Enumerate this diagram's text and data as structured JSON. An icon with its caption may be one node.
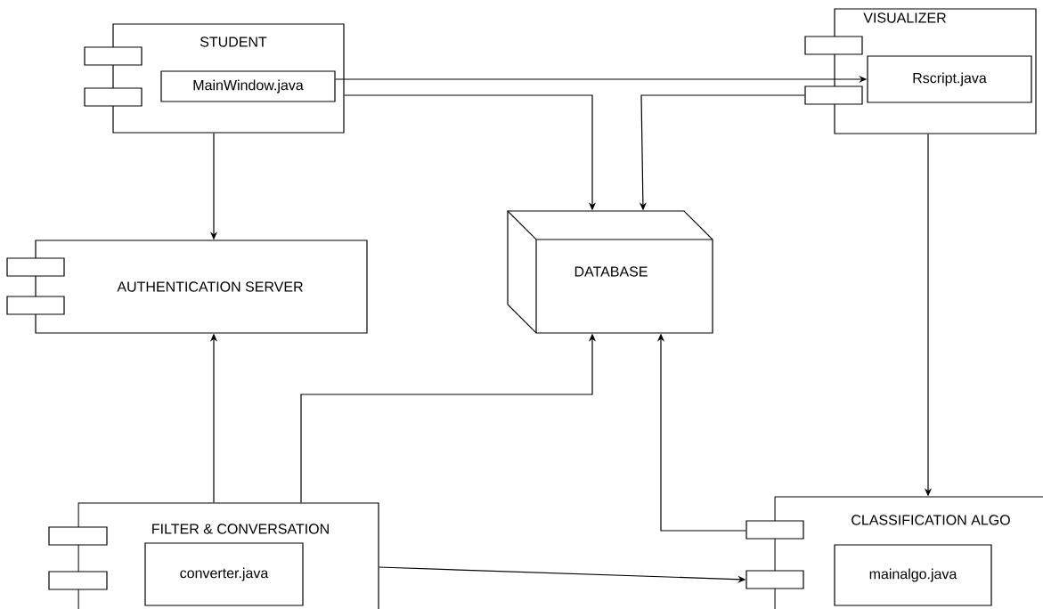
{
  "diagram": {
    "nodes": [
      {
        "text": [
          "STUDENT"
        ]
      },
      {
        "text": [
          "MainWindow.java"
        ],
        "in": 0
      },
      {
        "text": [
          "VISUALIZER"
        ]
      },
      {
        "text": [
          "Rscript.java"
        ],
        "in": 2
      },
      {
        "text": [
          "AUTHENTICATION SERVER"
        ]
      },
      {
        "text": [
          "DATABASE"
        ]
      },
      {
        "text": [
          "FILTER & CONVERSATION"
        ]
      },
      {
        "text": [
          "converter.java"
        ],
        "in": 6
      },
      {
        "text": [
          "CLASSIFICATION ALGO"
        ]
      },
      {
        "text": [
          "mainalgo.java"
        ],
        "in": 8
      }
    ],
    "edges": [
      {
        "from": 1,
        "to": 3,
        "arrow": "to"
      },
      {
        "from": 0,
        "to": 5,
        "arrow": "to"
      },
      {
        "from": 2,
        "to": 5,
        "arrow": "to"
      },
      {
        "from": 0,
        "to": 4,
        "arrow": "to"
      },
      {
        "from": 2,
        "to": 8,
        "arrow": "to"
      },
      {
        "from": 6,
        "to": 4,
        "arrow": "to"
      },
      {
        "from": 6,
        "to": 5,
        "arrow": "to"
      },
      {
        "from": 8,
        "to": 5,
        "arrow": "to"
      },
      {
        "from": 6,
        "to": 8,
        "arrow": "to"
      }
    ]
  }
}
